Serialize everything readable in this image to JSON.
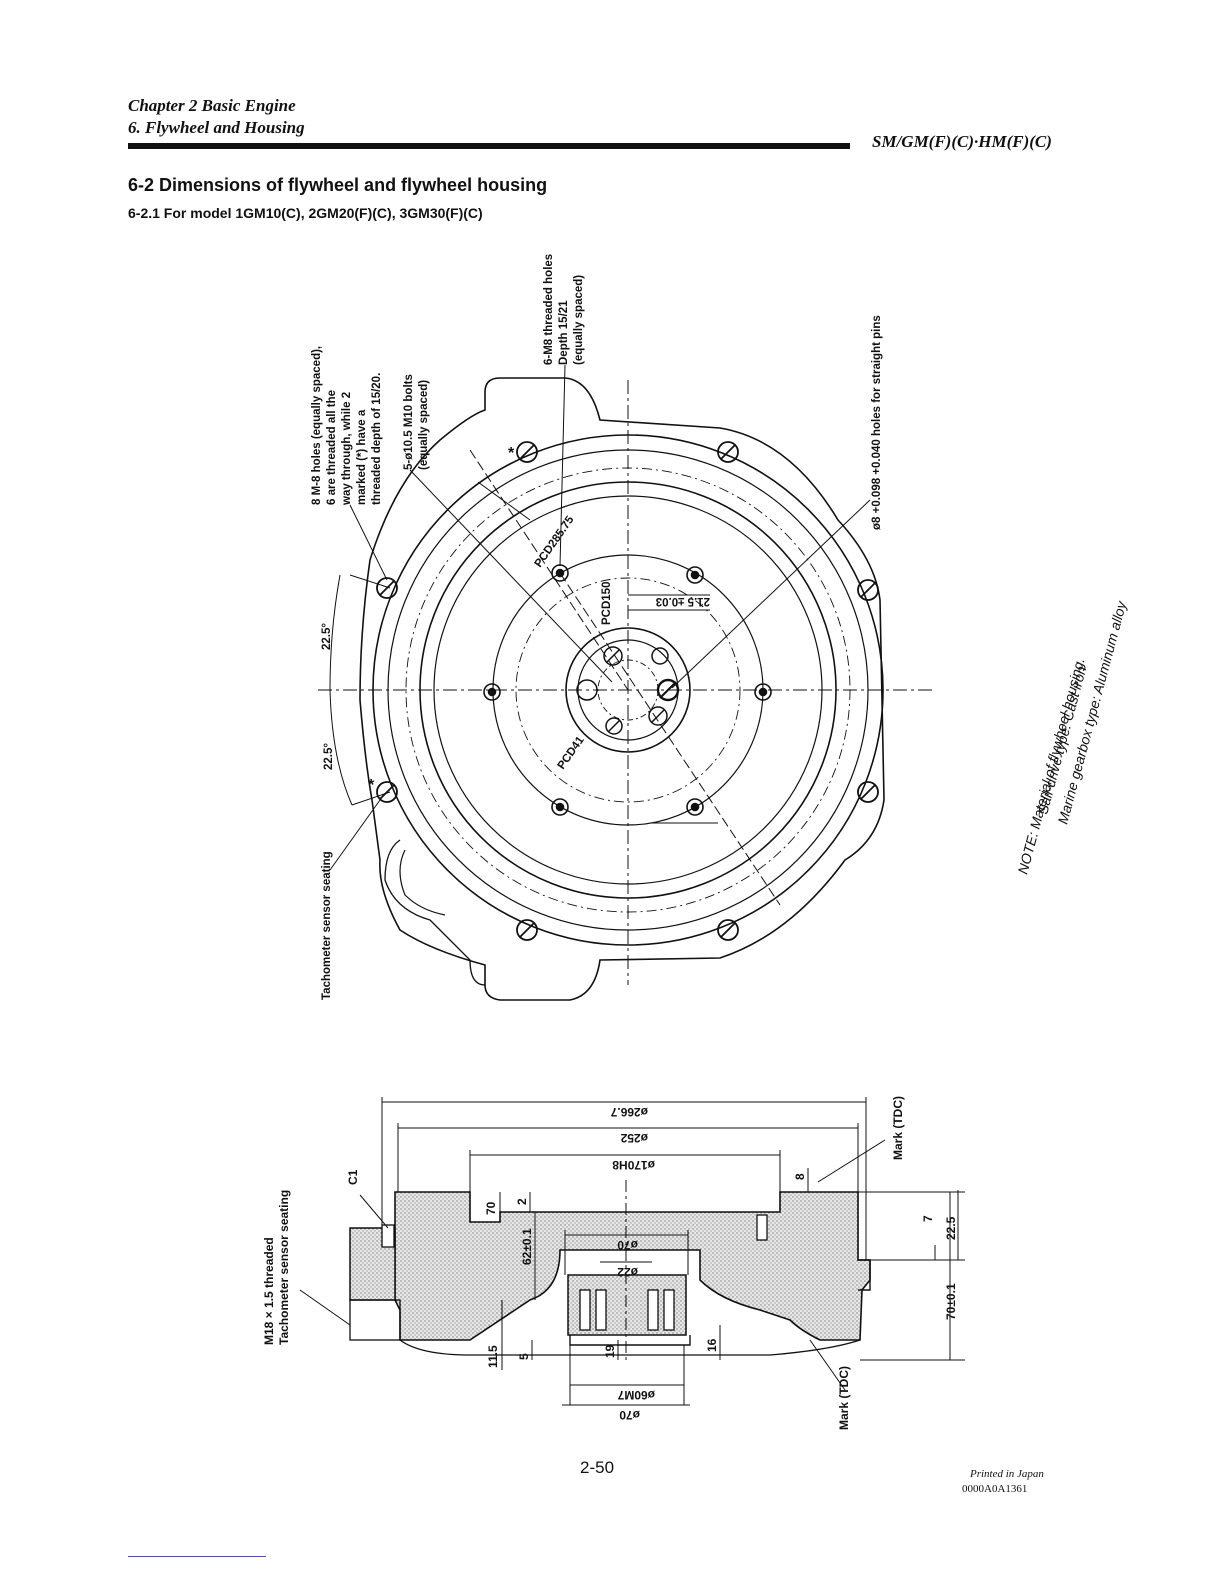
{
  "header": {
    "chapter": "Chapter 2 Basic Engine",
    "section": "6. Flywheel and Housing",
    "models": "SM/GM(F)(C)·HM(F)(C)"
  },
  "title": {
    "main": "6-2 Dimensions of flywheel and flywheel housing",
    "sub": "6-2.1 For model 1GM10(C), 2GM20(F)(C), 3GM30(F)(C)"
  },
  "front_view": {
    "holes_note_1": "8 M-8 holes (equally spaced),",
    "holes_note_2": "6 are threaded all the",
    "holes_note_3": "way through, while 2",
    "holes_note_4": "marked (*) have a",
    "holes_note_5": "threaded depth of 15/20.",
    "bolts_note_1": "5-ø10.5 M10 bolts",
    "bolts_note_2": "(equally spaced)",
    "m8_note_1": "6-M8 threaded holes",
    "m8_note_2": "Depth 15/21",
    "m8_note_3": "(equally spaced)",
    "pins_note": "ø8 +0.098 +0.040 holes for straight pins",
    "tacho_note": "Tachometer sensor seating",
    "angle_top": "22.5°",
    "angle_bottom": "22.5°",
    "pcd_285": "PCD285.75",
    "pcd_150": "PCD150",
    "pcd_41": "PCD41",
    "offset_dim": "21.5 ±0.03",
    "star": "*"
  },
  "note": {
    "line1": "NOTE: Material of flywheel housing.",
    "line2": "Sail-drive type: Cast iron",
    "line3": "Marine gearbox type: Aluminum alloy"
  },
  "section_view": {
    "d_266": "ø266.7",
    "d_252": "ø252",
    "d_170": "ø170H8",
    "d_70_top": "ø70",
    "d_22": "ø22",
    "d_60": "ø60M7",
    "d_70_bottom": "ø70",
    "dim_70": "70",
    "dim_2": "2",
    "dim_62": "62±0.1",
    "dim_11_5": "11.5",
    "dim_5": "5",
    "dim_19": "19",
    "dim_16": "16",
    "dim_8": "8",
    "dim_7": "7",
    "dim_22_5": "22.5",
    "dim_70_tol": "70±0.1",
    "c1": "C1",
    "m18_1": "M18 × 1.5 threaded",
    "m18_2": "Tachometer sensor seating",
    "mark_top": "Mark (TDC)",
    "mark_bottom": "Mark (TDC)"
  },
  "footer": {
    "page": "2-50",
    "printed": "Printed in Japan",
    "doc_no": "0000A0A1361"
  }
}
